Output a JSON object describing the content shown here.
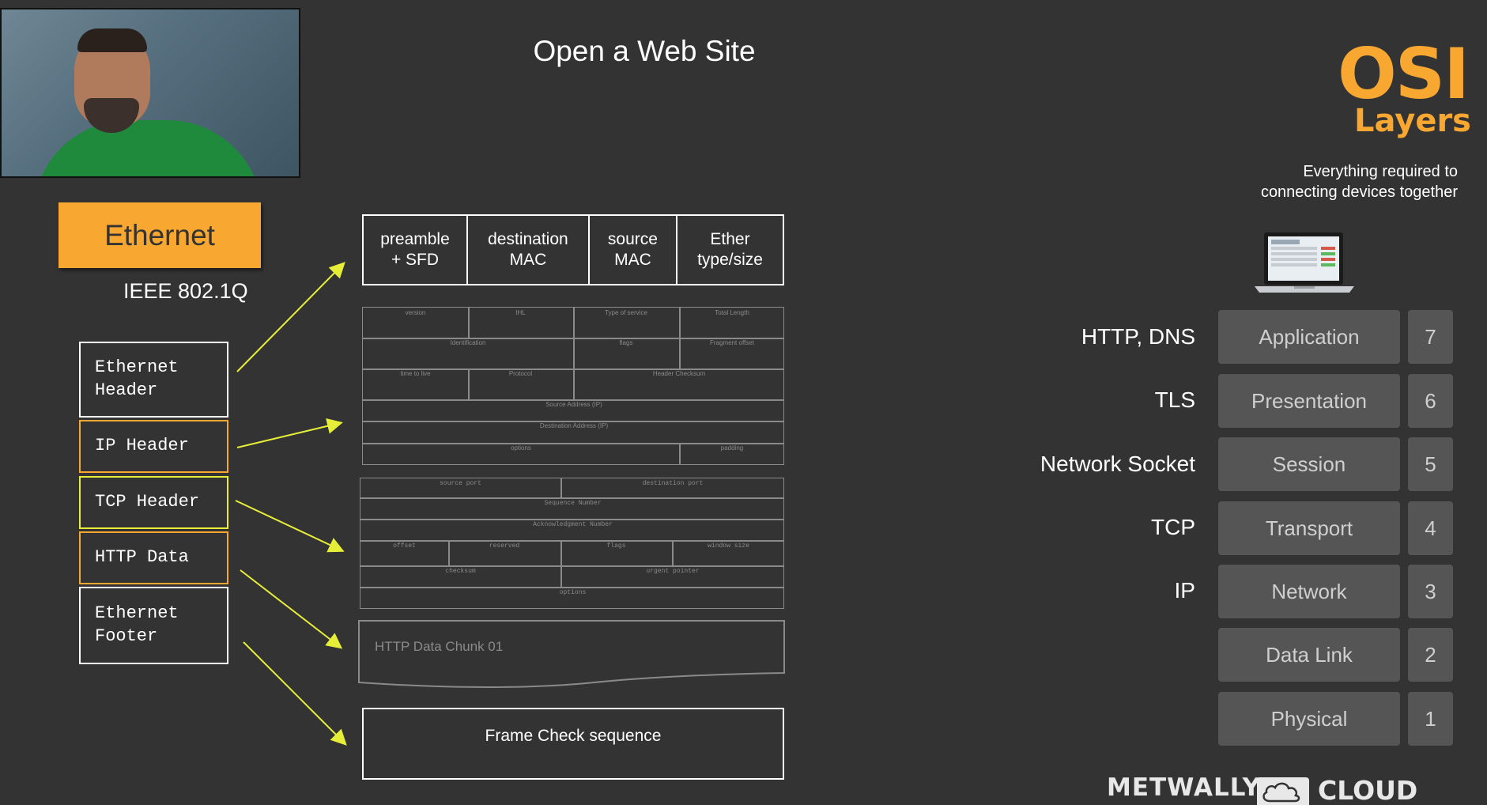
{
  "slide": {
    "title": "Open a Web Site"
  },
  "ethernet": {
    "label": "Ethernet",
    "standard": "IEEE 802.1Q"
  },
  "stack": [
    {
      "label": "Ethernet Header",
      "color": "#ffffff"
    },
    {
      "label": "IP Header",
      "color": "#f8a731"
    },
    {
      "label": "TCP Header",
      "color": "#e6ee38"
    },
    {
      "label": "HTTP Data",
      "color": "#f8a731"
    },
    {
      "label": "Ethernet Footer",
      "color": "#ffffff"
    }
  ],
  "frame": {
    "cells": [
      "preamble\n+ SFD",
      "destination\nMAC",
      "source\nMAC",
      "Ether\ntype/size"
    ]
  },
  "ip_header": {
    "fields": [
      "version",
      "IHL",
      "Type of service",
      "Total Length",
      "Identification",
      "flags",
      "Fragment offset",
      "time to live",
      "Protocol",
      "Header Checksum",
      "Source Address (IP)",
      "Destination Address (IP)",
      "options",
      "padding"
    ]
  },
  "tcp_header": {
    "fields": [
      "source port",
      "destination port",
      "Sequence Number",
      "Acknowledgment Number",
      "offset",
      "reserved",
      "flags",
      "window size",
      "checksum",
      "urgent pointer",
      "options"
    ]
  },
  "http_data": {
    "label": "HTTP Data Chunk 01"
  },
  "footer": {
    "label": "Frame Check sequence"
  },
  "osi": {
    "title": "OSI",
    "subtitle": "Layers",
    "description": "Everything required to connecting devices together",
    "layers": [
      {
        "protocol": "HTTP, DNS",
        "name": "Application",
        "number": "7"
      },
      {
        "protocol": "TLS",
        "name": "Presentation",
        "number": "6"
      },
      {
        "protocol": "Network Socket",
        "name": "Session",
        "number": "5"
      },
      {
        "protocol": "TCP",
        "name": "Transport",
        "number": "4"
      },
      {
        "protocol": "IP",
        "name": "Network",
        "number": "3"
      },
      {
        "protocol": "",
        "name": "Data Link",
        "number": "2"
      },
      {
        "protocol": "",
        "name": "Physical",
        "number": "1"
      }
    ]
  },
  "branding": {
    "left": "METWALLY",
    "right": "CLOUD NATIVE"
  },
  "colors": {
    "accent": "#f8a731",
    "arrow": "#e6ee38",
    "background": "#333333"
  }
}
